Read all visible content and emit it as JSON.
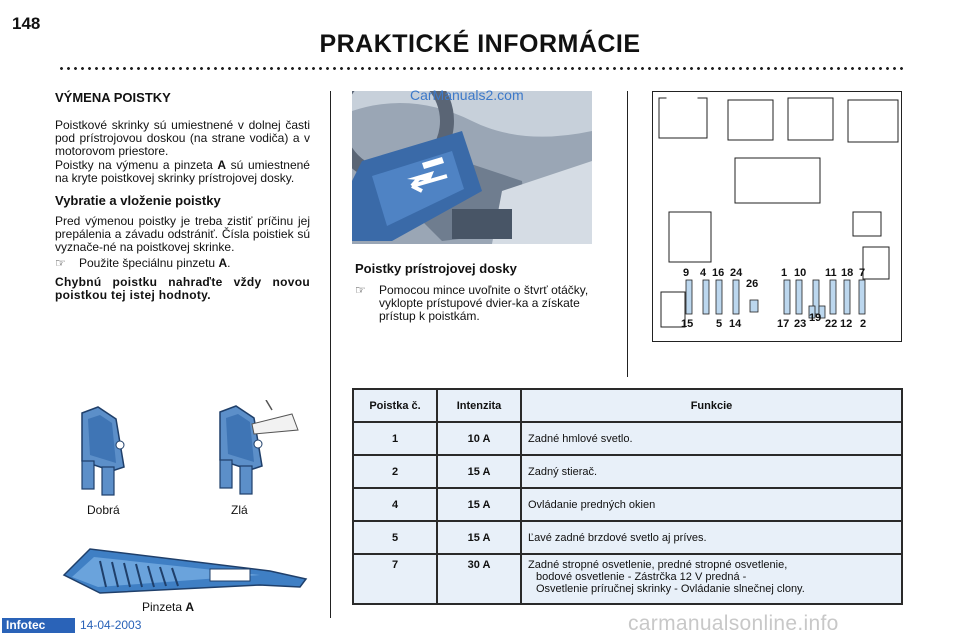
{
  "header": {
    "page_number": "148",
    "title": "PRAKTICKÉ INFORMÁCIE"
  },
  "left": {
    "heading": "VÝMENA POISTKY",
    "para1": "Poistkové skrinky sú umiestnené v dolnej časti pod prístrojovou doskou (na strane vodiča) a v motorovom priestore.",
    "para2_a": "Poistky na výmenu a pinzeta ",
    "para2_bold": "A",
    "para2_b": " sú umiestnené na kryte poistkovej skrinky prístrojovej dosky.",
    "subheading": "Vybratie a vloženie poistky",
    "para3": "Pred výmenou poistky je treba zistiť príčinu jej prepálenia a závadu odstrániť. Čísla poistiek sú vyznače-né na poistkovej skrinke.",
    "bullet_mark": "☞",
    "bullet_text": "Použite špeciálnu pinzetu ",
    "bullet_bold": "A",
    "bullet_end": ".",
    "warning": "Chybnú poistku nahraďte vždy novou poistkou tej istej hodnoty."
  },
  "middle": {
    "watermark": "CarManuals2.com",
    "subheading": "Poistky prístrojovej dosky",
    "bullet_mark": "☞",
    "bullet_text": "Pomocou mince uvoľnite o štvrť otáčky, vyklopte prístupové dvier-ka a získate prístup k poistkám."
  },
  "fusebox": {
    "top_numbers": [
      "9",
      "4",
      "16",
      "24",
      "1",
      "10",
      "11",
      "18",
      "7"
    ],
    "mid_number": "26",
    "bottom_numbers": [
      "15",
      "5",
      "14",
      "17",
      "23",
      "19",
      "22",
      "12",
      "2"
    ]
  },
  "figures": {
    "good_label": "Dobrá",
    "bad_label": "Zlá",
    "tweezers_label": "Pinzeta ",
    "tweezers_bold": "A"
  },
  "table": {
    "headers": [
      "Poistka č.",
      "Intenzita",
      "Funkcie"
    ],
    "rows": [
      {
        "num": "1",
        "amp": "10 A",
        "fn": "Zadné hmlové svetlo."
      },
      {
        "num": "2",
        "amp": "15 A",
        "fn": "Zadný stierač."
      },
      {
        "num": "4",
        "amp": "15 A",
        "fn": "Ovládanie predných okien"
      },
      {
        "num": "5",
        "amp": "15 A",
        "fn": "Ľavé zadné brzdové svetlo aj príves."
      },
      {
        "num": "7",
        "amp": "30 A",
        "fn_line1": "Zadné stropné osvetlenie, predné stropné osvetlenie,",
        "fn_line2": "bodové osvetlenie - Zástrčka 12 V predná -",
        "fn_line3": "Osvetlenie príručnej skrinky - Ovládanie slnečnej clony."
      }
    ]
  },
  "footer": {
    "logo": "Infotec",
    "date": "14-04-2003",
    "site": "carmanualsonline.info"
  }
}
